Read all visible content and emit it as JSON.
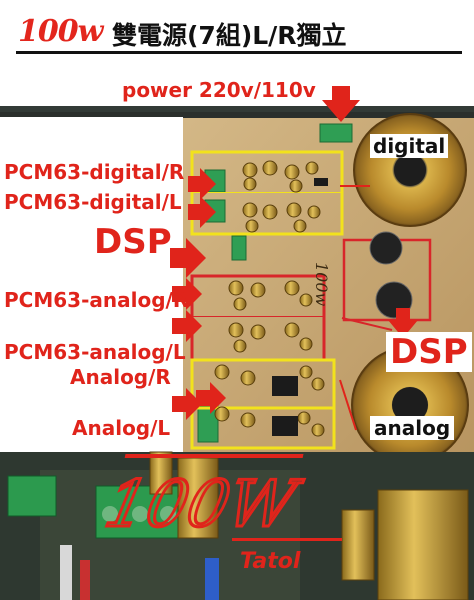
{
  "title": {
    "prefix": "100w",
    "rest": "雙電源(7組)L/R獨立"
  },
  "labels": {
    "power": "power  220v/110v",
    "digital_right_trans": "digital",
    "pcm63_digital_r": "PCM63-digital/R",
    "pcm63_digital_l": "PCM63-digital/L",
    "dsp_left": "DSP",
    "pcm63_analog_r": "PCM63-analog/R",
    "pcm63_analog_l": "PCM63-analog/L",
    "dsp_right": "DSP",
    "analog_r": "Analog/R",
    "analog_l": "Analog/L",
    "analog_right_trans": "analog",
    "logo_100w": "100W",
    "logo_tatol": "Tatol",
    "board_silk": "100w"
  },
  "colors": {
    "accent_red": "#e0241b",
    "box_yellow": "#f2e21c",
    "box_red": "#d8262a",
    "pcb": "#c7a874"
  }
}
